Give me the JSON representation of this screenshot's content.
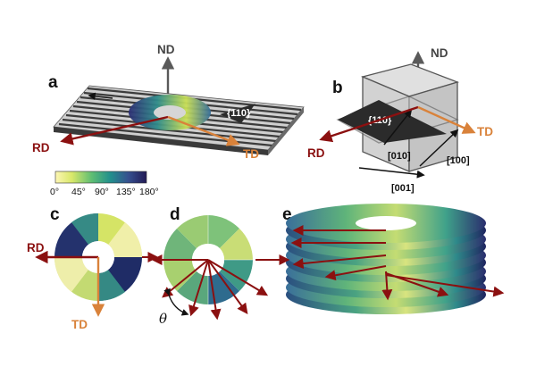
{
  "panels": {
    "a": "a",
    "b": "b",
    "c": "c",
    "d": "d",
    "e": "e"
  },
  "axes": {
    "nd": "ND",
    "rd": "RD",
    "td": "TD"
  },
  "miller": {
    "plane_a": "{110}",
    "plane_b": "{110}",
    "dir_010": "[010]",
    "dir_100": "[100]",
    "dir_001": "[001]"
  },
  "colorbar": {
    "ticks": [
      "0°",
      "45°",
      "90°",
      "135°",
      "180°"
    ],
    "range_deg": [
      0,
      180
    ],
    "colormap": "viridis-like"
  },
  "theta": "θ",
  "colors": {
    "rd": "#8b1010",
    "td": "#d9823a",
    "nd": "#5a5a5a"
  }
}
